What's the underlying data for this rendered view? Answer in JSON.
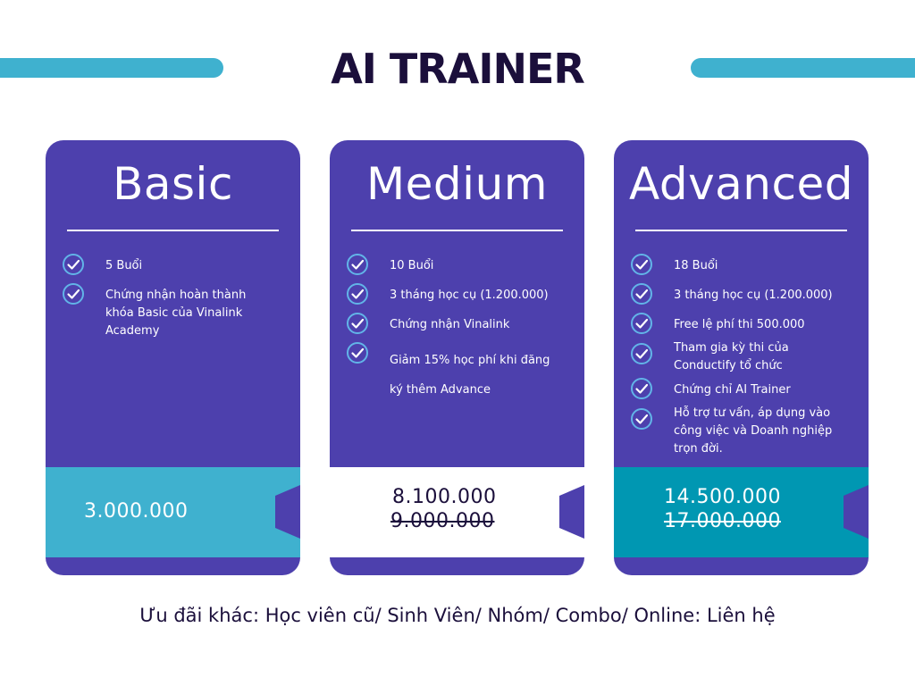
{
  "header": {
    "title": "AI TRAINER"
  },
  "colors": {
    "card_purple": "#4d40ad",
    "accent_cyan": "#3fb1cf",
    "accent_teal": "#0097b2",
    "title_dark": "#1b0f3b"
  },
  "plans": [
    {
      "name": "Basic",
      "features": [
        "5 Buổi",
        "Chứng nhận hoàn thành khóa Basic của Vinalink Academy"
      ],
      "price": "3.000.000",
      "old_price": ""
    },
    {
      "name": "Medium",
      "features": [
        "10 Buổi",
        "3 tháng học cụ (1.200.000)",
        "Chứng nhận Vinalink",
        "Giảm 15% học phí khi đăng ký thêm Advance"
      ],
      "price": "8.100.000",
      "old_price": "9.000.000"
    },
    {
      "name": "Advanced",
      "features": [
        "18 Buổi",
        "3 tháng học cụ (1.200.000)",
        "Free lệ phí thi 500.000",
        "Tham gia kỳ thi của Conductify tổ chức",
        "Chứng chỉ AI Trainer",
        "Hỗ trợ tư vấn, áp dụng vào công việc và Doanh nghiệp trọn đời."
      ],
      "price": "14.500.000",
      "old_price": "17.000.000"
    }
  ],
  "footer": {
    "note": "Ưu đãi khác: Học viên cũ/ Sinh Viên/ Nhóm/ Combo/ Online: Liên hệ"
  }
}
